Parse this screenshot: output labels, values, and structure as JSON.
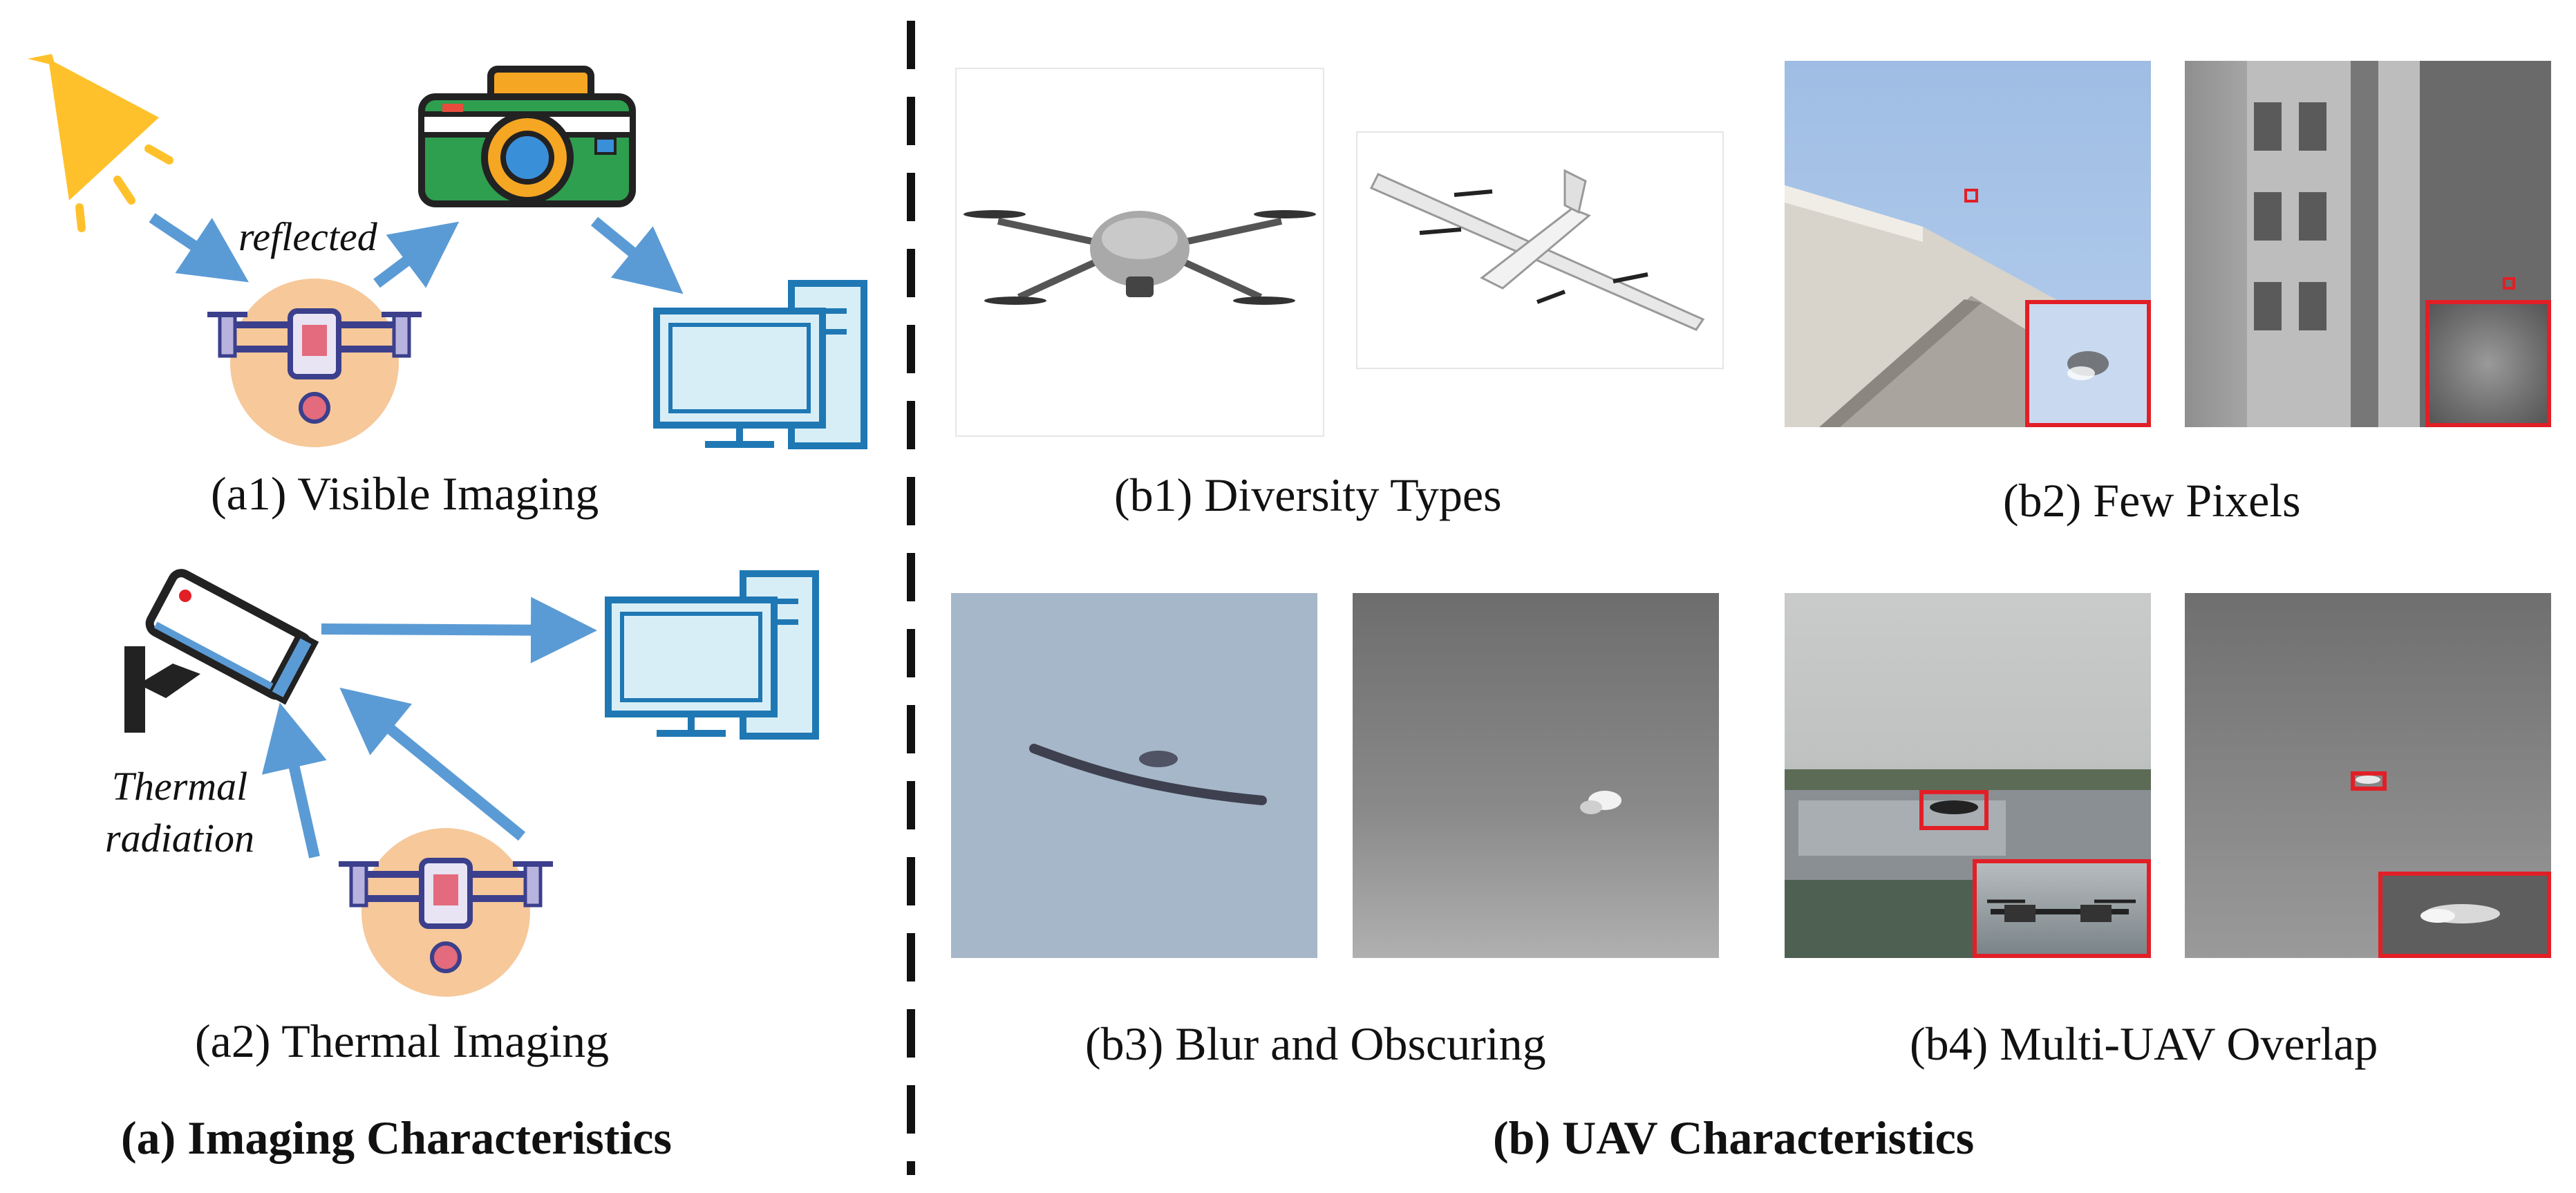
{
  "left_panel": {
    "reflected_label": "reflected",
    "a1_caption": "(a1) Visible Imaging",
    "thermal_label_line1": "Thermal",
    "thermal_label_line2": "radiation",
    "a2_caption": "(a2) Thermal Imaging",
    "title": "(a) Imaging Characteristics"
  },
  "right_panel": {
    "b1_caption": "(b1) Diversity Types",
    "b2_caption": "(b2) Few Pixels",
    "b3_caption": "(b3) Blur and Obscuring",
    "b4_caption": "(b4) Multi-UAV Overlap",
    "title": "(b) UAV Characteristics"
  },
  "colors": {
    "arrow": "#5b9bd5",
    "highlight_box": "#e21f26",
    "lamp": "#ffc12b",
    "monitor_stroke": "#1f78b4",
    "monitor_fill": "#d8eef7",
    "drone_circle": "#f6c89a",
    "camera_body": "#2e9e4f"
  },
  "icons": [
    "lamp-icon",
    "camera-icon",
    "computer-icon",
    "drone-icon",
    "security-camera-icon"
  ]
}
